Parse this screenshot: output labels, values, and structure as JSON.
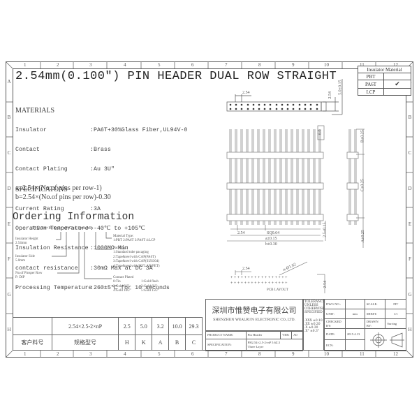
{
  "drawing": {
    "title": "2.54mm(0.100″) PIN HEADER DUAL ROW STRAIGHT",
    "column_numbers": [
      "1",
      "2",
      "3",
      "4",
      "5",
      "6",
      "7",
      "8",
      "9",
      "10",
      "11",
      "12"
    ],
    "row_letters": [
      "A",
      "B",
      "C",
      "D",
      "E",
      "F",
      "G",
      "H"
    ]
  },
  "insulator_material": {
    "header": "Insulator Material",
    "rows": [
      {
        "name": "PBT",
        "checked": ""
      },
      {
        "name": "PA6T",
        "checked": "✔"
      },
      {
        "name": "LCP",
        "checked": ""
      }
    ]
  },
  "materials": {
    "heading": "MATERIALS",
    "items": [
      {
        "label": "Insulator",
        "value": ":PA6T+30%Glass Fiber,UL94V-0"
      },
      {
        "label": "Contact",
        "value": ":Brass"
      },
      {
        "label": "Contact Plating",
        "value": ":Au 3U″"
      }
    ]
  },
  "specifications": {
    "heading": "SPECIFICATONS",
    "items": [
      {
        "label": "Current Rating",
        "value": ":3A"
      },
      {
        "label": "Operation Temperature",
        "value": ":-40℃ to +105℃"
      },
      {
        "label": "Insulation Resistance",
        "value": ":1000MΩ Min"
      },
      {
        "label": "contact resistance",
        "value": ":30mΩ Max at DC 3A"
      },
      {
        "label": "Processing Temperature",
        "value": ":260±5℃ for 10 seconds"
      }
    ]
  },
  "formulas": {
    "a": "a=2.54×(No.of pins per row-1)",
    "b": "b=2.54×(No.of pins per row)-0.30"
  },
  "ordering": {
    "heading": "Ordering Information",
    "part_code": "PH2.54×H-K-2×nP-Cxx-Pxx-Mx",
    "insulator_height": {
      "label": "Insulator Height",
      "value": "2.54mm"
    },
    "insulator_side": {
      "label": "Insulator Side",
      "value": "5.0mm"
    },
    "pins_per_row": {
      "label": "No.of Pinsper Row",
      "value": "P: DIP"
    },
    "material_type": {
      "label": "Material Type:",
      "options": "1:PBT 2:PA6T 3:PA9T 4:LCP"
    },
    "packaging": {
      "label": "Pacaging:",
      "options": [
        "1:Standard tube pacaging",
        "2:Tape&reel with CAP(PA6T)",
        "3:Tape&reel with CAP(SUS304)",
        "4:Tape&reel with MYLAR(PET)"
      ]
    },
    "contact_plated": {
      "label": "Contact Plated",
      "options": [
        [
          "0:Tin",
          "1:Gold flash"
        ],
        [
          "2:Gold 3U″",
          "3:Gold 6U″"
        ],
        [
          "4:Gold 10U″",
          "5:Gold 15U″"
        ]
      ]
    }
  },
  "dimensions": {
    "pitch_top": "2.54",
    "pitch_side": "2.54",
    "width_tol": "5.0±0.15",
    "insulator_h": "6.0",
    "pitch_bottom": "2.54",
    "square_pin": "SQ0.64",
    "a_dim": "a±0.15",
    "b_dim": "b±0.30",
    "height_tol": "2.5±0.15",
    "side_b": "B±0.25",
    "side_c": "C±0.25",
    "side_a": "A±0.25",
    "pcb_pitch": "2.54",
    "pcb_hole": "n-Ø1.02",
    "pcb_row": "2.54",
    "pcb_label": "PCB LAYOUT"
  },
  "part_table": {
    "values": [
      "",
      "2.54×2.5-2×nP",
      "2.5",
      "5.0",
      "3.2",
      "10.0",
      "29.3"
    ],
    "headers": [
      "客户料号",
      "规格型号",
      "H",
      "K",
      "A",
      "B",
      "C"
    ]
  },
  "title_block": {
    "company_cn": "深圳市惟赞电子有限公司",
    "company_en": "SHENZHEN WEALRUN ELECTRONIC CO.,LTD.",
    "product_name_label": "PRODUCT NAME:",
    "product_name": "Pin Header",
    "ver_label": "VER:",
    "ver": "A0",
    "spec_label": "SPECIFICATION:",
    "spec_line1": "PH2.54×2.5-2×nP 5.6Z.5",
    "spec_line2": "Three Layer",
    "tolerance_label": [
      "TOLERANCE",
      "UNLESS",
      "OTHERWISE",
      "SPECIFIED"
    ],
    "tolerances": [
      ".XXX ±0.10",
      ".XX  ±0.20",
      ".X   ±0.30",
      ".X°  ±0.3°"
    ],
    "dwg_no_label": "DWG NO.:",
    "dwg_no": "",
    "scale_label": "SCALE:",
    "scale": "FIT",
    "unit_label": "UNIT:",
    "unit": "mm",
    "sheet_label": "SHEET:",
    "sheet": "1/1",
    "checked_label": "CHECKED BY:",
    "checked": "",
    "drawn_label": "DRAWN BY:",
    "drawn": "Surring",
    "date_label": "DATE:",
    "date": "2015.4.13",
    "ecn_label": "ECN:",
    "ecn": ""
  }
}
